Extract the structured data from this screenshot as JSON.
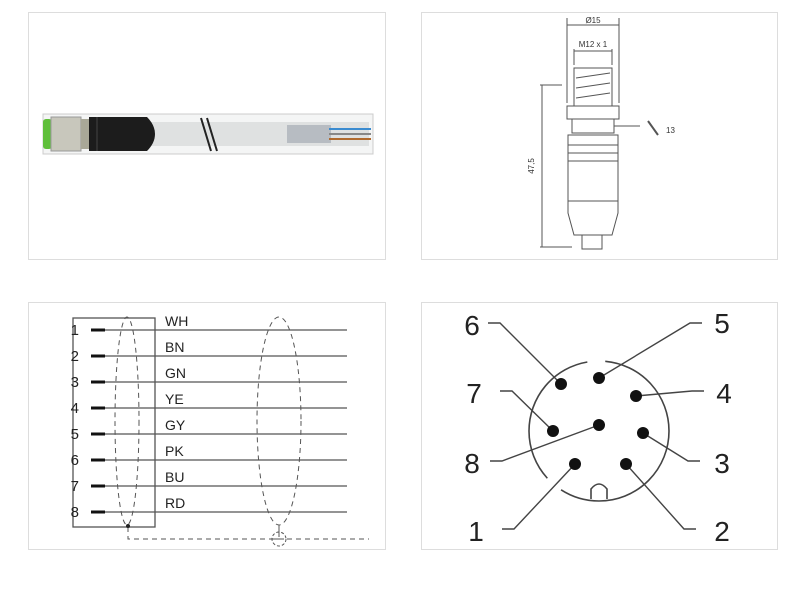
{
  "dimension_drawing": {
    "outer_diameter": "Ø15",
    "thread": "M12 x 1",
    "length": "47,5",
    "wrench_size": "13"
  },
  "wiring_diagram": {
    "pins": [
      "1",
      "2",
      "3",
      "4",
      "5",
      "6",
      "7",
      "8"
    ],
    "wire_colors": [
      "WH",
      "BN",
      "GN",
      "YE",
      "GY",
      "PK",
      "BU",
      "RD"
    ]
  },
  "pinout": {
    "labels": [
      "1",
      "2",
      "3",
      "4",
      "5",
      "6",
      "7",
      "8"
    ]
  },
  "colors": {
    "cable_jacket": "#dfe1e1",
    "overmold": "#1c1c1c",
    "coupling_nut": "#b9b6a8",
    "pin_coding": "#5fbf3a",
    "line": "#444444"
  }
}
